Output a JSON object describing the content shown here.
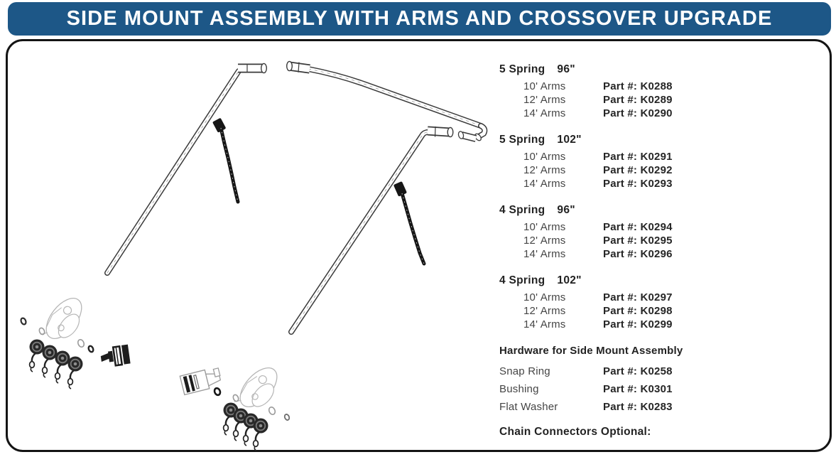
{
  "header": {
    "title": "SIDE MOUNT ASSEMBLY WITH ARMS AND CROSSOVER UPGRADE"
  },
  "colors": {
    "header_bg": "#1d5787",
    "header_text": "#ffffff",
    "frame_border": "#141414",
    "body_text": "#454545",
    "emphasis_text": "#262626",
    "line_art": "#3a3a3a"
  },
  "parts_list": {
    "sections": [
      {
        "heading": {
          "name": "5 Spring",
          "size": "96\""
        },
        "rows": [
          {
            "item": "10' Arms",
            "part": "Part #: K0288"
          },
          {
            "item": "12' Arms",
            "part": "Part #: K0289"
          },
          {
            "item": "14' Arms",
            "part": "Part #: K0290"
          }
        ]
      },
      {
        "heading": {
          "name": "5 Spring",
          "size": "102\""
        },
        "rows": [
          {
            "item": "10' Arms",
            "part": "Part #: K0291"
          },
          {
            "item": "12' Arms",
            "part": "Part #: K0292"
          },
          {
            "item": "14' Arms",
            "part": "Part #: K0293"
          }
        ]
      },
      {
        "heading": {
          "name": "4 Spring",
          "size": "96\""
        },
        "rows": [
          {
            "item": "10' Arms",
            "part": "Part #: K0294"
          },
          {
            "item": "12' Arms",
            "part": "Part #: K0295"
          },
          {
            "item": "14' Arms",
            "part": "Part #: K0296"
          }
        ]
      },
      {
        "heading": {
          "name": "4 Spring",
          "size": "102\""
        },
        "rows": [
          {
            "item": "10' Arms",
            "part": "Part #: K0297"
          },
          {
            "item": "12' Arms",
            "part": "Part #: K0298"
          },
          {
            "item": "14' Arms",
            "part": "Part #: K0299"
          }
        ]
      }
    ],
    "hardware": {
      "heading": "Hardware for Side Mount Assembly",
      "rows": [
        {
          "item": "Snap Ring",
          "part": "Part #: K0258"
        },
        {
          "item": "Bushing",
          "part": "Part #: K0301"
        },
        {
          "item": "Flat Washer",
          "part": "Part #: K0283"
        }
      ]
    },
    "footer_note": "Chain Connectors Optional:"
  }
}
